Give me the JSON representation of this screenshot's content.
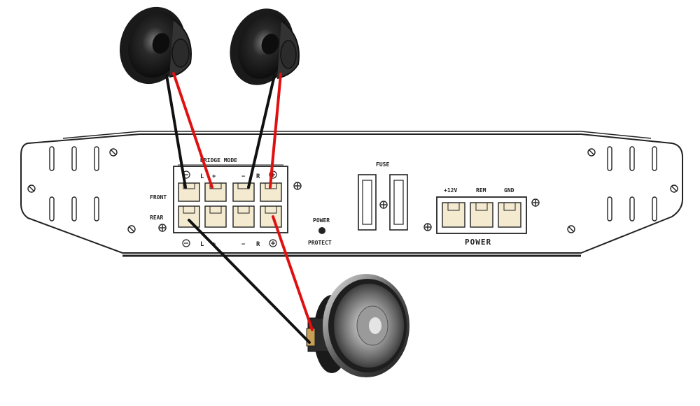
{
  "labels": {
    "bridge_mode": "BRIDGE MODE",
    "top_left": "L",
    "top_right": "R",
    "plus": "+",
    "minus": "−",
    "front": "FRONT",
    "rear": "REAR",
    "bottom_left": "L",
    "bottom_right": "R",
    "power_led_top": "POWER",
    "power_led_bottom": "PROTECT",
    "fuse": "FUSE",
    "plus12v": "+12V",
    "rem": "REM",
    "gnd": "GND",
    "power_block": "POWER"
  },
  "colors": {
    "wire_positive": "#e01010",
    "wire_negative": "#111111",
    "terminal": "#f3ead0",
    "outline": "#222222"
  }
}
